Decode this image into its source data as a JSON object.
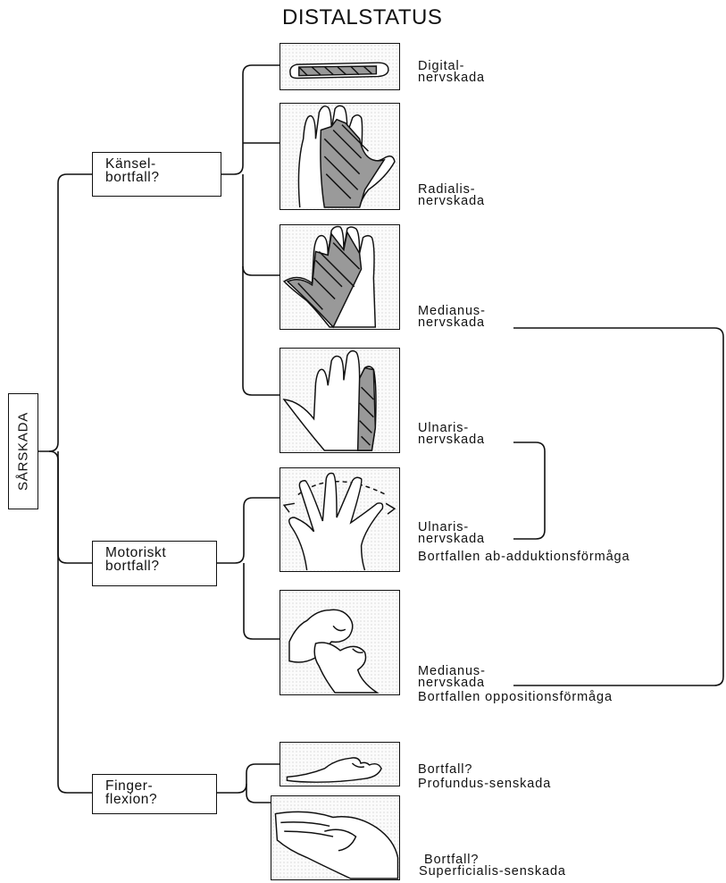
{
  "title": "DISTALSTATUS",
  "root": "SÅRSKADA",
  "questions": {
    "sensory": [
      "Känsel-",
      "bortfall?"
    ],
    "motor": [
      "Motoriskt",
      "bortfall?"
    ],
    "flexion": [
      "Finger-",
      "flexion?"
    ]
  },
  "outcomes": {
    "digital": [
      "Digital-",
      "nervskada"
    ],
    "radialis": [
      "Radialis-",
      "nervskada"
    ],
    "medianus1": [
      "Medianus-",
      "nervskada"
    ],
    "ulnaris1": [
      "Ulnaris-",
      "nervskada"
    ],
    "ulnaris2": [
      "Ulnaris-",
      "nervskada",
      "Bortfallen ab-adduktionsförmåga"
    ],
    "medianus2": [
      "Medianus-",
      "nervskada",
      "Bortfallen oppositionsförmåga"
    ],
    "profundus": [
      "Bortfall?",
      "Profundus-senskada"
    ],
    "superficialis": [
      "Bortfall?",
      "Superficialis-senskada"
    ]
  },
  "illustrations": [
    "digital-nerve-hand-icon",
    "radial-nerve-hand-icon",
    "median-nerve-hand-icon",
    "ulnar-nerve-hand-icon",
    "finger-abduction-hand-icon",
    "opposition-hands-icon",
    "profundus-flexion-hand-icon",
    "superficialis-flexion-hand-icon"
  ]
}
